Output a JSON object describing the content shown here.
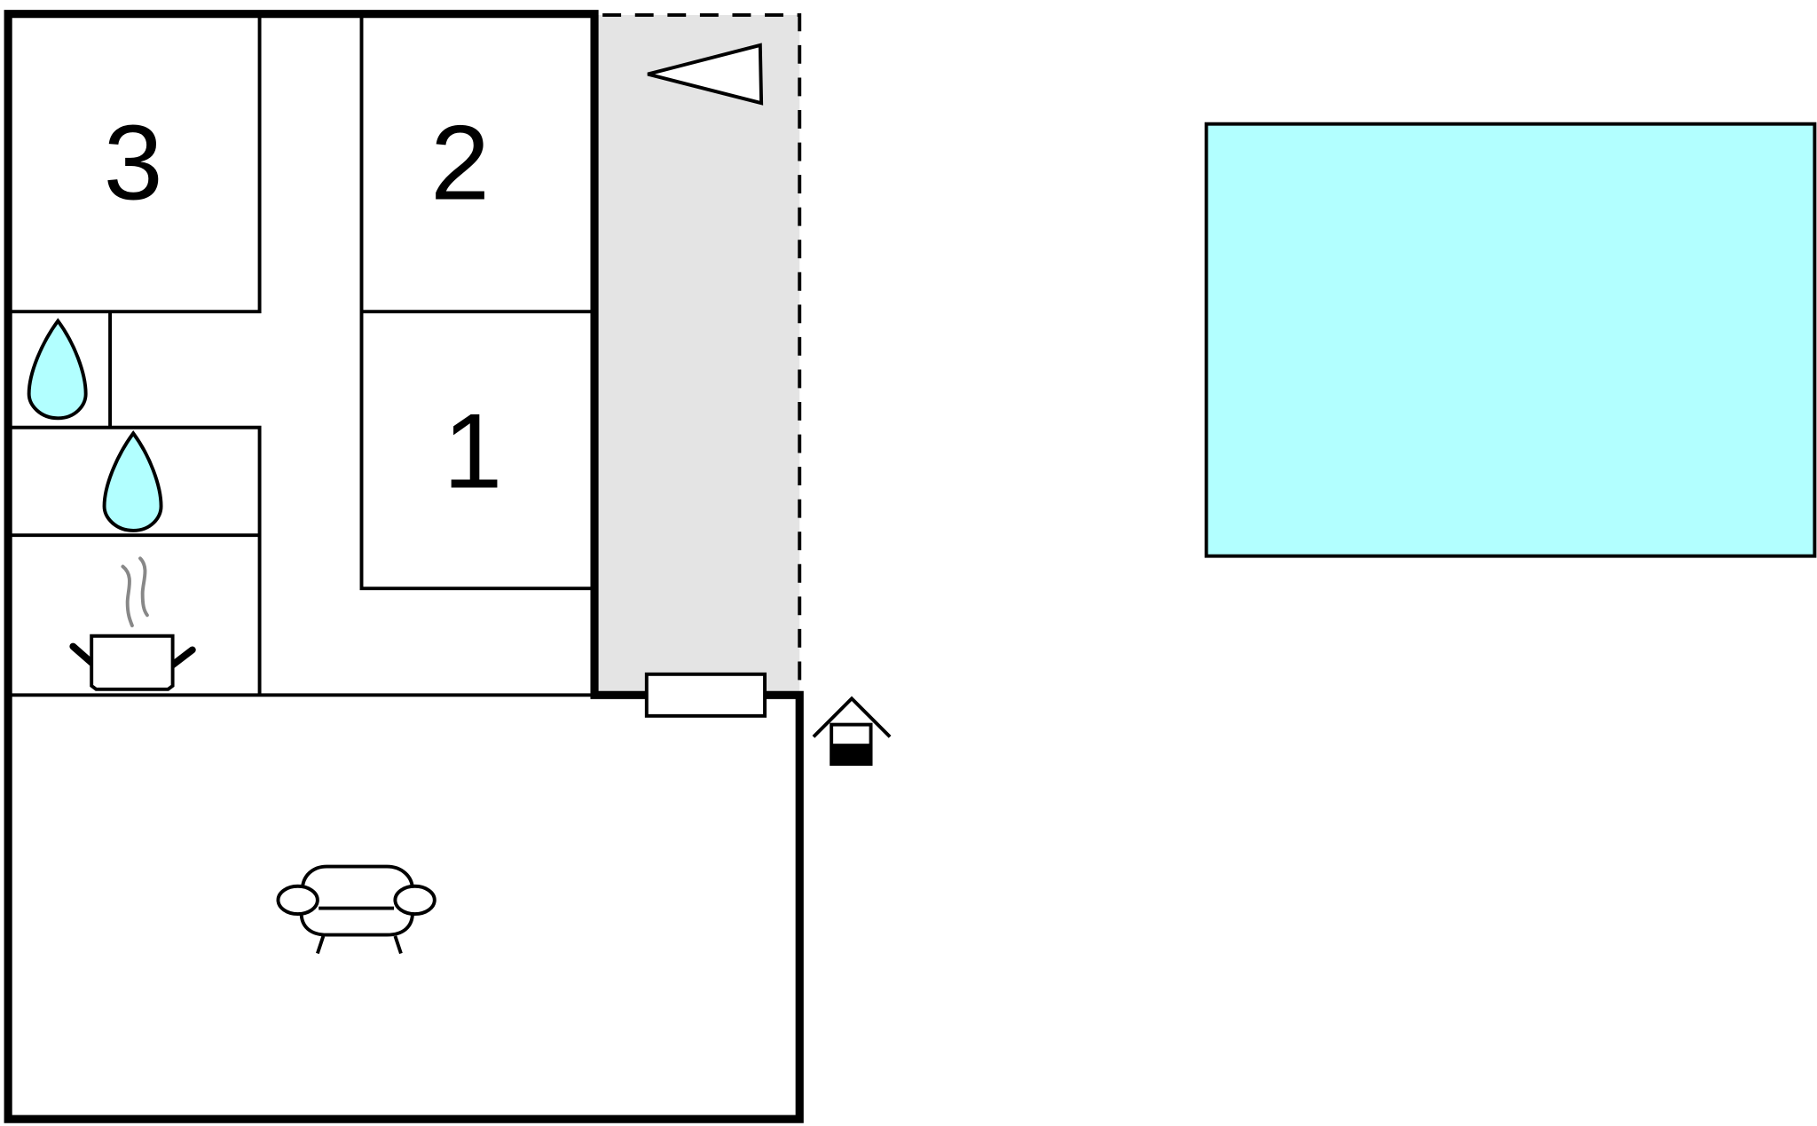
{
  "floorplan": {
    "colors": {
      "wall": "#000000",
      "background": "#ffffff",
      "terrace": "#e4e4e4",
      "water": "#b2ffff",
      "steam": "#888888"
    },
    "rooms": [
      {
        "id": "bedroom-3",
        "label": "3"
      },
      {
        "id": "bedroom-2",
        "label": "2"
      },
      {
        "id": "bedroom-1",
        "label": "1"
      }
    ],
    "icons": [
      {
        "name": "bathroom-water-drop-icon",
        "count": 2
      },
      {
        "name": "kitchen-cooking-pot-icon"
      },
      {
        "name": "living-room-sofa-icon"
      },
      {
        "name": "entrance-house-icon"
      },
      {
        "name": "terrace-flag-icon"
      }
    ],
    "pool": {
      "name": "swimming-pool"
    }
  }
}
